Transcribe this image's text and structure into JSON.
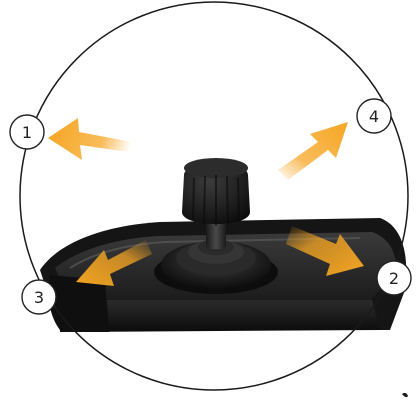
{
  "figure": {
    "subject": "joystick-controller-directions",
    "colors": {
      "circle_outline": "#1a1a1a",
      "arrow_color": "#f6a623",
      "device_dark": "#151515",
      "device_mid": "#2a2a2a",
      "device_highlight": "#5a5a5a",
      "label_outline": "#222222"
    },
    "direction_labels": [
      {
        "id": "1",
        "text": "1"
      },
      {
        "id": "2",
        "text": "2"
      },
      {
        "id": "3",
        "text": "3"
      },
      {
        "id": "4",
        "text": "4"
      }
    ]
  }
}
